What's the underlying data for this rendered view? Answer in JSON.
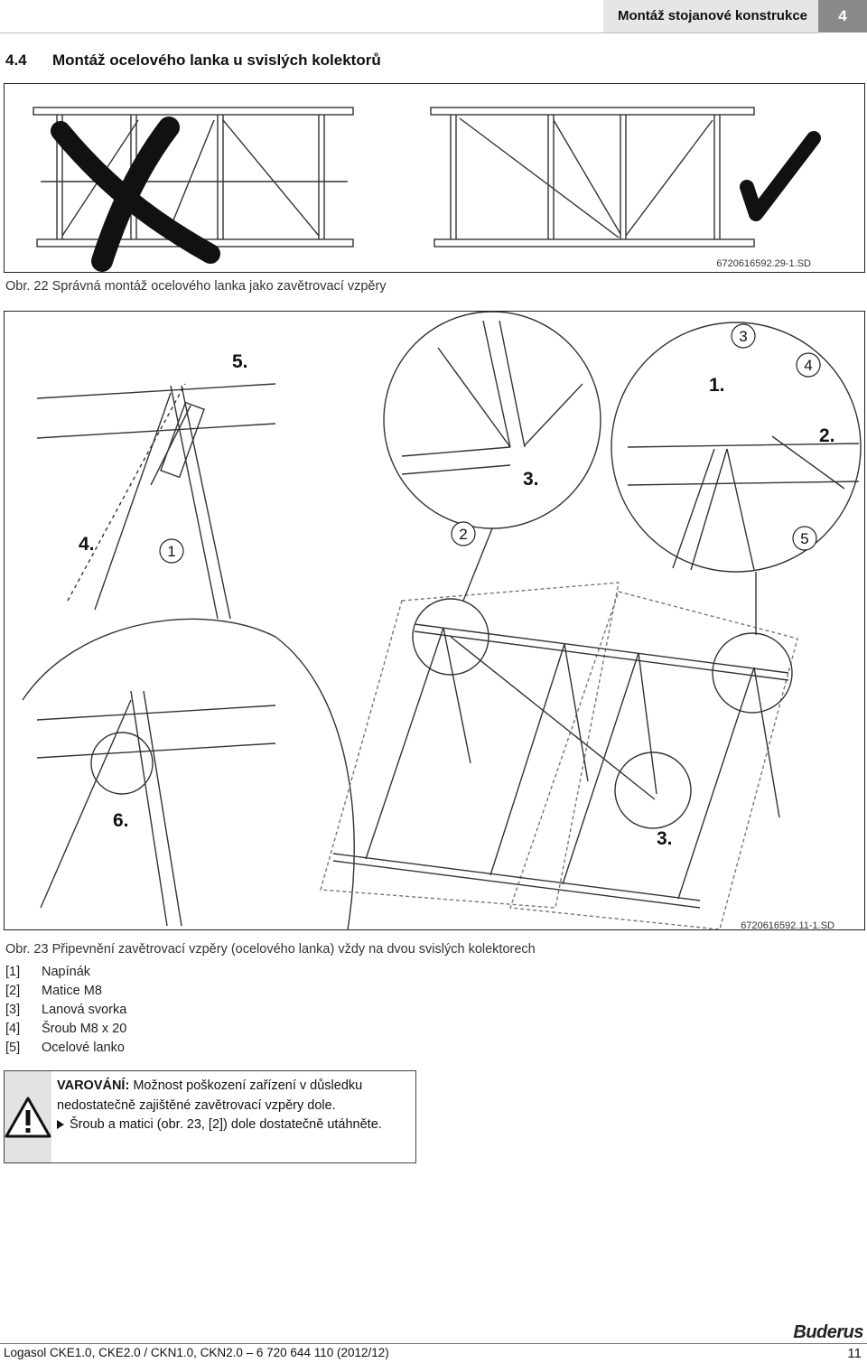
{
  "header": {
    "chapter_title": "Montáž stojanové konstrukce",
    "chapter_number": "4"
  },
  "section": {
    "number": "4.4",
    "title": "Montáž ocelového lanka u svislých kolektorů"
  },
  "figure22": {
    "code": "6720616592.29-1.SD",
    "caption": "Obr. 22 Správná montáž ocelového lanka jako zavětrovací vzpěry"
  },
  "figure23": {
    "code": "6720616592.11-1.SD",
    "caption": "Obr. 23 Připevnění zavětrovací vzpěry (ocelového lanka) vždy na dvou svislých kolektorech",
    "step_labels": {
      "s1": "1.",
      "s2": "2.",
      "s3a": "3.",
      "s3b": "3.",
      "s4": "4.",
      "s5": "5.",
      "s6": "6."
    },
    "callouts": {
      "c1": "1",
      "c2": "2",
      "c3": "3",
      "c4": "4",
      "c5": "5"
    }
  },
  "legend": [
    {
      "key": "[1]",
      "text": "Napínák"
    },
    {
      "key": "[2]",
      "text": "Matice M8"
    },
    {
      "key": "[3]",
      "text": "Lanová svorka"
    },
    {
      "key": "[4]",
      "text": "Šroub M8 x 20"
    },
    {
      "key": "[5]",
      "text": "Ocelové lanko"
    }
  ],
  "warning": {
    "label": "VAROVÁNÍ:",
    "text": "Možnost poškození zařízení v důsledku nedostatečně zajištěné zavětrovací vzpěry dole.",
    "instruction": "Šroub a matici (obr. 23, [2]) dole dostatečně utáhněte."
  },
  "footer": {
    "document": "Logasol CKE1.0, CKE2.0 / CKN1.0, CKN2.0 – 6 720 644 110 (2012/12)",
    "page": "11",
    "brand": "Buderus"
  }
}
